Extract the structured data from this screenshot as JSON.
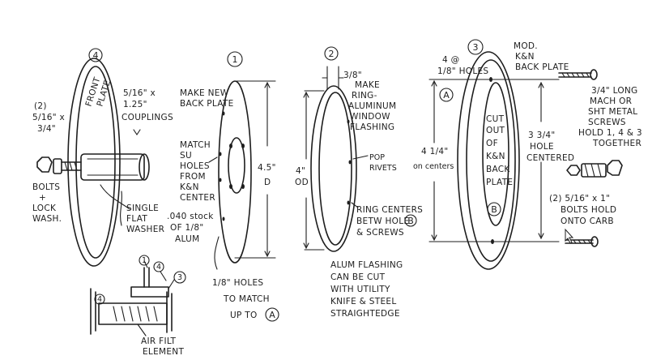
{
  "colors": {
    "ink": "#1e1e1e",
    "paper": "#ffffff"
  },
  "parts": {
    "p4": {
      "number": "4",
      "front_plate": [
        "FRONT",
        "PLATE"
      ],
      "couplings": [
        "5/16\" x",
        "1.25\"",
        "COUPLINGS"
      ],
      "bolts_count": "(2)",
      "bolts_size": [
        "5/16\" x",
        "3/4\""
      ],
      "bolts_lock": [
        "BOLTS",
        "+",
        "LOCK",
        "WASH."
      ],
      "washer": [
        "SINGLE",
        "FLAT",
        "WASHER"
      ]
    },
    "p1": {
      "number": "1",
      "make_new": [
        "MAKE NEW",
        "BACK PLATE"
      ],
      "match": [
        "MATCH",
        "SU",
        "HOLES",
        "FROM",
        "K&N",
        "CENTER"
      ],
      "material": [
        ".040 stock",
        "OF 1/8\"",
        "ALUM"
      ],
      "dim": [
        "4.5\"",
        "D"
      ],
      "holes": [
        "1/8\" HOLES",
        "TO MATCH",
        "UP TO"
      ],
      "holes_ref": "A"
    },
    "p2": {
      "number": "2",
      "top_dim": "3/8\"",
      "ring": [
        "MAKE",
        "RING-",
        "ALUMINUM",
        "WINDOW",
        "FLASHING"
      ],
      "pop_rivets": [
        "POP",
        "RIVETS"
      ],
      "od": [
        "4\"",
        "OD"
      ],
      "ring_centers": [
        "RING CENTERS",
        "BETW HOLE",
        "& SCREWS"
      ],
      "ring_centers_ref": "B",
      "flashing_note": [
        "ALUM FLASHING",
        "CAN BE CUT",
        "WITH UTILITY",
        "KNIFE & STEEL",
        "STRAIGHTEDGE"
      ]
    },
    "p3": {
      "number": "3",
      "holes_spec": [
        "4 @",
        "1/8\" HOLES"
      ],
      "ref_a": "A",
      "on_centers": [
        "4 1/4\"",
        "on centers"
      ],
      "cutout": [
        "CUT",
        "OUT",
        "OF",
        "K&N",
        "BACK",
        "PLATE"
      ],
      "ref_b": "B",
      "mod_back": [
        "MOD.",
        "K&N",
        "BACK PLATE"
      ],
      "screws": [
        "3/4\" LONG",
        "MACH OR",
        "SHT METAL",
        "SCREWS",
        "HOLD 1, 4 & 3",
        "TOGETHER"
      ],
      "hole_centered": [
        "3 3/4\"",
        "HOLE",
        "CENTERED"
      ],
      "carb_bolts": [
        "(2)  5/16\" x 1\"",
        "BOLTS HOLD",
        "ONTO CARB"
      ]
    },
    "assembly": {
      "n1": "1",
      "n4": "4",
      "n3": "3",
      "n4b": "4",
      "element": [
        "AIR FILT",
        "ELEMENT"
      ]
    }
  }
}
